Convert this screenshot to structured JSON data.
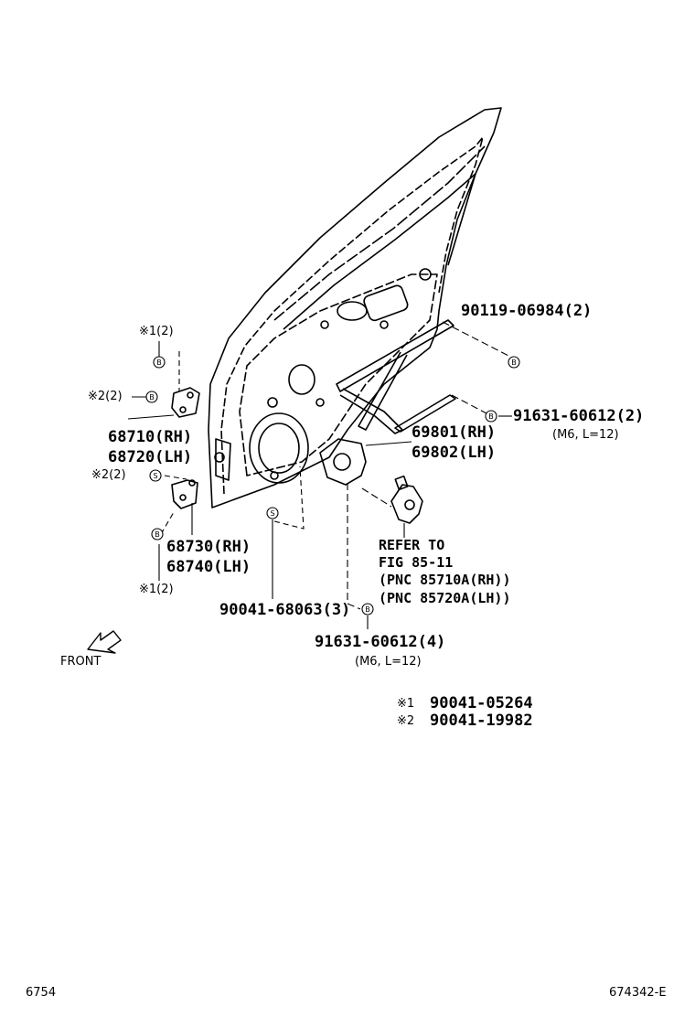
{
  "callouts": {
    "c_90119": "90119-06984(2)",
    "c_91631_top": "91631-60612(2)",
    "c_91631_top_spec": "(M6, L=12)",
    "c_69801": "69801(RH)",
    "c_69802": "69802(LH)",
    "c_68710": "68710(RH)",
    "c_68720": "68720(LH)",
    "c_68730": "68730(RH)",
    "c_68740": "68740(LH)",
    "c_x1_top": "※1(2)",
    "c_x2_top": "※2(2)",
    "c_x2_mid": "※2(2)",
    "c_x1_bot": "※1(2)",
    "c_90041": "90041-68063(3)",
    "c_91631_bot": "91631-60612(4)",
    "c_91631_bot_spec": "(M6, L=12)"
  },
  "refer": {
    "line1": "REFER TO",
    "line2": "FIG 85-11",
    "line3": "(PNC 85710A(RH))",
    "line4": "(PNC 85720A(LH))"
  },
  "front_label": "FRONT",
  "symbols": {
    "b": "B",
    "s": "S"
  },
  "legend": {
    "row1_mark": "※1",
    "row1_part": "90041-05264",
    "row2_mark": "※2",
    "row2_part": "90041-19982"
  },
  "footer": {
    "left": "6754",
    "right": "674342-E"
  }
}
